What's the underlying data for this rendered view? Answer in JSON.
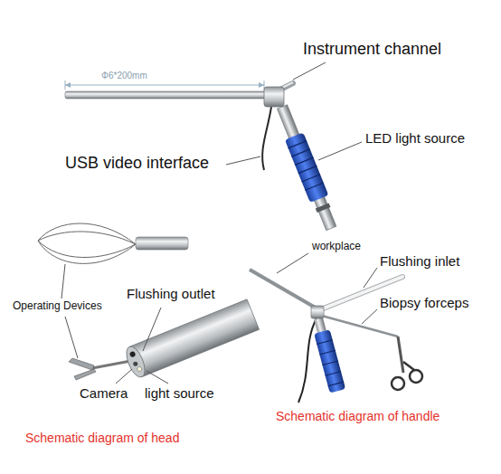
{
  "diagram": {
    "labels": [
      "Φ6*200mm",
      "Instrument channel",
      "USB video interface",
      "LED light source",
      "Operating Devices",
      "Flushing outlet",
      "Camera",
      "light source",
      "Schematic diagram of head",
      "workplace",
      "Flushing inlet",
      "Biopsy forceps",
      "Schematic diagram of handle"
    ]
  }
}
